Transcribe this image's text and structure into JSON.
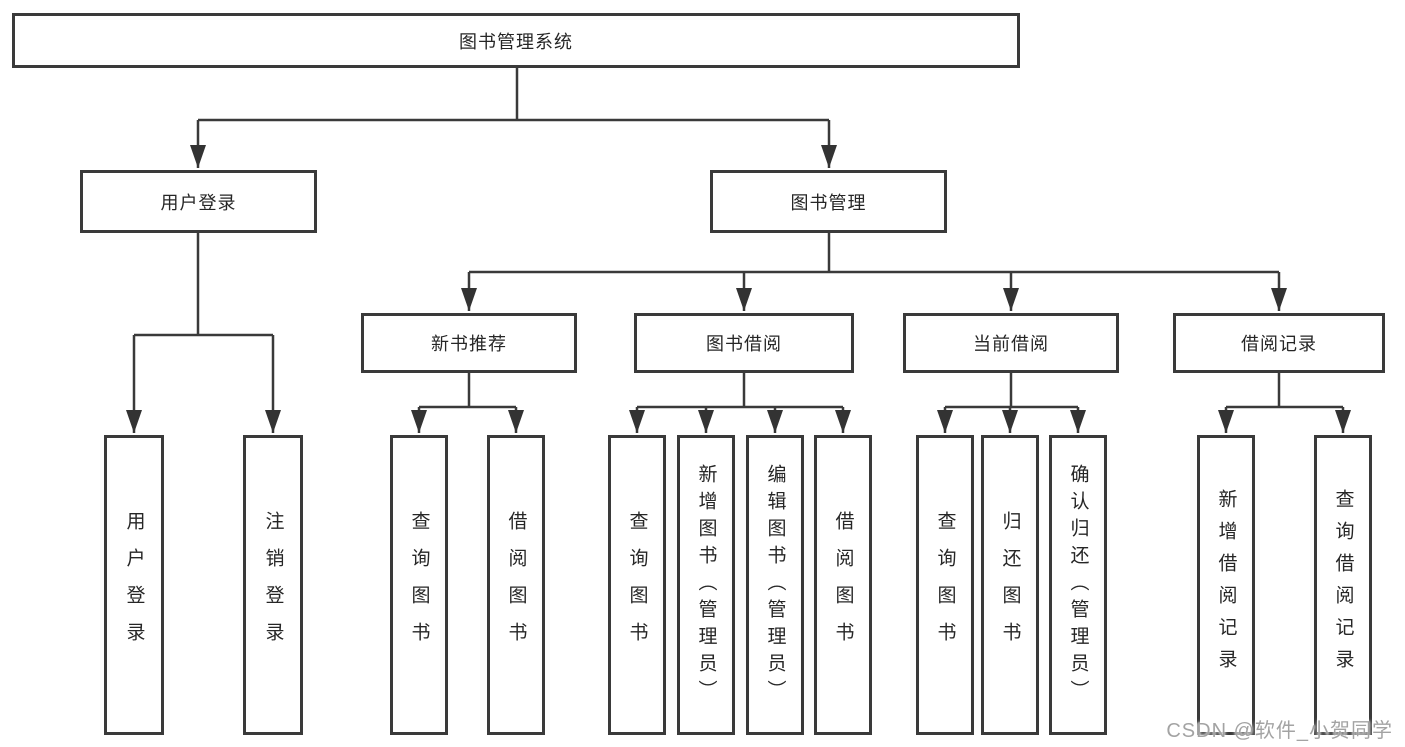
{
  "diagram": {
    "type": "tree",
    "root": {
      "label": "图书管理系统",
      "children": [
        {
          "label": "用户登录",
          "children": [
            {
              "label": "用户登录"
            },
            {
              "label": "注销登录"
            }
          ]
        },
        {
          "label": "图书管理",
          "children": [
            {
              "label": "新书推荐",
              "children": [
                {
                  "label": "查询图书"
                },
                {
                  "label": "借阅图书"
                }
              ]
            },
            {
              "label": "图书借阅",
              "children": [
                {
                  "label": "查询图书"
                },
                {
                  "label": "新增图书（管理员）"
                },
                {
                  "label": "编辑图书（管理员）"
                },
                {
                  "label": "借阅图书"
                }
              ]
            },
            {
              "label": "当前借阅",
              "children": [
                {
                  "label": "查询图书"
                },
                {
                  "label": "归还图书"
                },
                {
                  "label": "确认归还（管理员）"
                }
              ]
            },
            {
              "label": "借阅记录",
              "children": [
                {
                  "label": "新增借阅记录"
                },
                {
                  "label": "查询借阅记录"
                }
              ]
            }
          ]
        }
      ]
    }
  },
  "colors": {
    "line": "#3a3a3a",
    "box_border": "#3a3a3a",
    "text": "#262626",
    "background": "#ffffff",
    "watermark": "#9e9e9e"
  },
  "watermark": "CSDN @软件_小贺同学"
}
